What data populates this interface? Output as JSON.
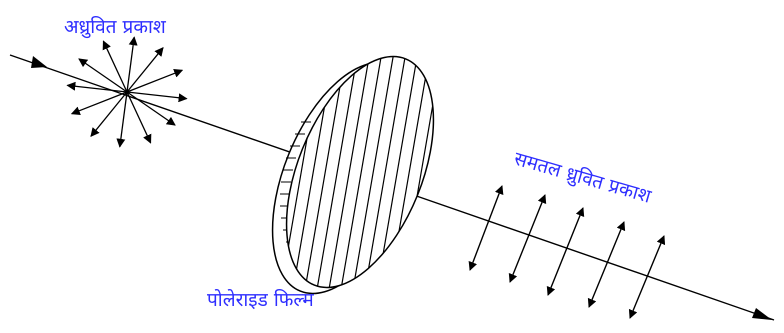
{
  "labels": {
    "unpolarized": "अध्रुवित प्रकाश",
    "polaroid": "पोलेराइड फिल्म",
    "plane_polarized": "समतल ध्रुवित प्रकाश"
  },
  "colors": {
    "label": "#2e2eff",
    "line": "#000000"
  },
  "unpolarized_ray_count": 12,
  "polarized_arrow_count": 5
}
